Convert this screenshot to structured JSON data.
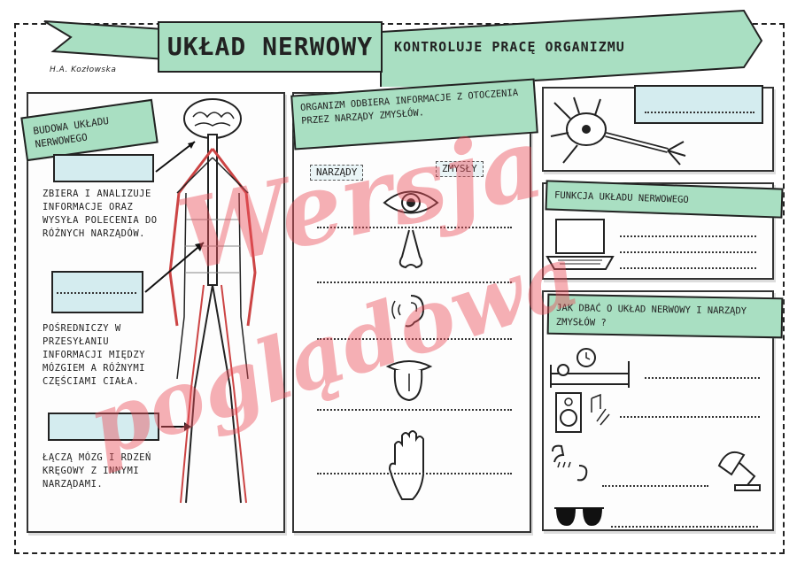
{
  "header": {
    "title": "UKŁAD NERWOWY",
    "subtitle": "KONTROLUJE PRACĘ ORGANIZMU",
    "author": "H.A. Kozłowska"
  },
  "left_panel": {
    "heading": "BUDOWA UKŁADU NERWOWEGO",
    "desc_1": "ZBIERA I ANALIZUJE INFORMACJE ORAZ WYSYŁA POLECENIA DO RÓŻNYCH NARZĄDÓW.",
    "desc_2": "POŚREDNICZY W PRZESYŁANIU INFORMACJI MIĘDZY MÓZGIEM A RÓŻNYMI CZĘŚCIAMI CIAŁA.",
    "desc_3": "ŁĄCZĄ MÓZG I RDZEŃ KRĘGOWY Z INNYMI NARZĄDAMI."
  },
  "middle_panel": {
    "heading": "ORGANIZM ODBIERA INFORMACJE Z OTOCZENIA PRZEZ NARZĄDY ZMYSŁÓW.",
    "col_organs": "NARZĄDY",
    "col_senses": "ZMYSŁY",
    "rows": [
      {
        "icon": "eye-icon"
      },
      {
        "icon": "nose-icon"
      },
      {
        "icon": "ear-icon"
      },
      {
        "icon": "tongue-icon"
      },
      {
        "icon": "hand-icon"
      }
    ]
  },
  "right_top": {
    "icon": "neuron-icon"
  },
  "right_mid": {
    "heading": "FUNKCJA UKŁADU NERWOWEGO",
    "icon": "laptop-icon"
  },
  "right_bottom": {
    "heading": "JAK DBAĆ O UKŁAD NERWOWY I NARZĄDY ZMYSŁÓW ?",
    "rows": [
      {
        "icon": "sleep-icon"
      },
      {
        "icon": "speaker-icon"
      },
      {
        "icon": "headphones-icon"
      },
      {
        "icon": "lamp-icon"
      },
      {
        "icon": "sunglasses-icon"
      }
    ]
  },
  "watermark": {
    "line1": "Wersja",
    "line2": "poglądowa"
  },
  "colors": {
    "banner": "#a9dfc2",
    "box": "#d4ecef",
    "watermark": "#ec505a"
  }
}
